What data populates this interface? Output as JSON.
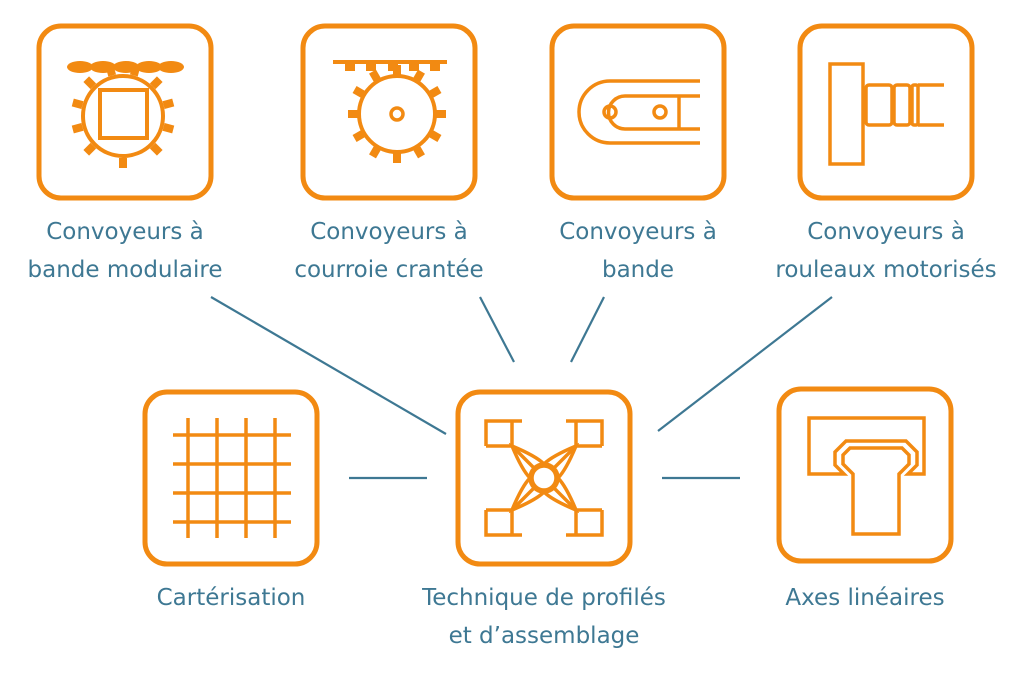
{
  "colors": {
    "accent": "#f28a12",
    "text": "#3e7893",
    "connector": "#3e7893"
  },
  "nodes": [
    {
      "id": "modular-belt",
      "icon": "modular-belt-gear-icon",
      "label": [
        "Convoyeurs à",
        "bande modulaire"
      ]
    },
    {
      "id": "toothed-belt",
      "icon": "toothed-belt-gear-icon",
      "label": [
        "Convoyeurs à",
        "courroie crantée"
      ]
    },
    {
      "id": "belt",
      "icon": "belt-conveyor-icon",
      "label": [
        "Convoyeurs à",
        "bande"
      ]
    },
    {
      "id": "motor-rollers",
      "icon": "motor-roller-icon",
      "label": [
        "Convoyeurs à",
        "rouleaux motorisés"
      ]
    },
    {
      "id": "guarding",
      "icon": "grid-icon",
      "label": [
        "Cartérisation"
      ]
    },
    {
      "id": "profile-tech",
      "icon": "profile-cross-section-icon",
      "label": [
        "Technique de profilés",
        "et d’assemblage"
      ]
    },
    {
      "id": "linear-axes",
      "icon": "linear-axis-icon",
      "label": [
        "Axes linéaires"
      ]
    }
  ]
}
